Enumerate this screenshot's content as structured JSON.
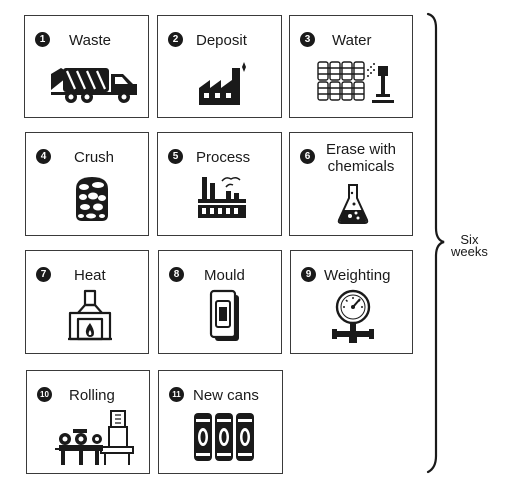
{
  "steps": [
    {
      "num": "1",
      "label": "Waste",
      "icon": "garbage-truck-icon"
    },
    {
      "num": "2",
      "label": "Deposit",
      "icon": "factory-icon"
    },
    {
      "num": "3",
      "label": "Water",
      "icon": "water-spray-cans-icon"
    },
    {
      "num": "4",
      "label": "Crush",
      "icon": "crushed-metal-icon"
    },
    {
      "num": "5",
      "label": "Process",
      "icon": "processing-plant-icon"
    },
    {
      "num": "6",
      "label_line1": "Erase with",
      "label_line2": "chemicals",
      "icon": "chemical-flask-icon"
    },
    {
      "num": "7",
      "label": "Heat",
      "icon": "furnace-icon"
    },
    {
      "num": "8",
      "label": "Mould",
      "icon": "mould-icon"
    },
    {
      "num": "9",
      "label": "Weighting",
      "icon": "pressure-gauge-icon"
    },
    {
      "num": "10",
      "label": "Rolling",
      "icon": "rolling-mill-icon"
    },
    {
      "num": "11",
      "label": "New cans",
      "icon": "new-cans-icon"
    }
  ],
  "duration": {
    "line1": "Six",
    "line2": "weeks"
  }
}
